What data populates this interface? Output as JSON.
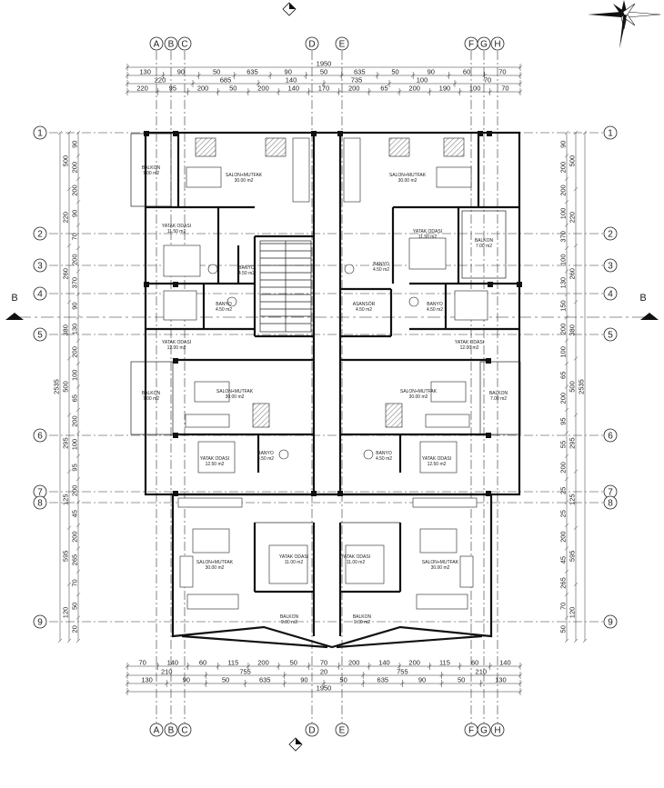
{
  "grid_columns": [
    {
      "label": "A"
    },
    {
      "label": "B"
    },
    {
      "label": "C"
    },
    {
      "label": "D"
    },
    {
      "label": "E"
    },
    {
      "label": "F"
    },
    {
      "label": "G"
    },
    {
      "label": "H"
    }
  ],
  "grid_rows": [
    {
      "label": "1"
    },
    {
      "label": "2"
    },
    {
      "label": "3"
    },
    {
      "label": "4"
    },
    {
      "label": "5"
    },
    {
      "label": "6"
    },
    {
      "label": "7"
    },
    {
      "label": "8"
    },
    {
      "label": "9"
    }
  ],
  "section_marker": "B",
  "top_dims": {
    "total": "1950",
    "row1": [
      "130",
      "90",
      "50",
      "635",
      "90",
      "50",
      "635",
      "50",
      "90",
      "60",
      "70"
    ],
    "row2": [
      "220",
      "685",
      "140",
      "735",
      "100",
      "70"
    ],
    "row3": [
      "220",
      "95",
      "200",
      "50",
      "200",
      "140",
      "170",
      "200",
      "65",
      "200",
      "190",
      "100",
      "70"
    ]
  },
  "bottom_dims": {
    "row1": [
      "70",
      "140",
      "60",
      "115",
      "200",
      "50",
      "70",
      "200",
      "140",
      "200",
      "115",
      "60",
      "140"
    ],
    "row2": [
      "210",
      "755",
      "20",
      "755",
      "210"
    ],
    "row3": [
      "130",
      "90",
      "50",
      "635",
      "90",
      "50",
      "635",
      "90",
      "50",
      "130"
    ],
    "total": "1950"
  },
  "side_dims": {
    "total": "2535",
    "left_groups": [
      "500",
      "220",
      "260",
      "380",
      "500",
      "295",
      "125",
      "595",
      "120"
    ],
    "left_fine": [
      "90",
      "200",
      "200",
      "90",
      "70",
      "200",
      "370",
      "90",
      "130",
      "200",
      "100",
      "65",
      "200",
      "100",
      "95",
      "200",
      "45",
      "200",
      "265",
      "70",
      "50",
      "20"
    ],
    "right_groups": [
      "500",
      "220",
      "260",
      "380",
      "500",
      "295",
      "125",
      "595",
      "120"
    ],
    "right_fine": [
      "90",
      "200",
      "200",
      "100",
      "370",
      "100",
      "130",
      "150",
      "200",
      "100",
      "65",
      "200",
      "95",
      "55",
      "200",
      "25",
      "25",
      "200",
      "45",
      "265",
      "70",
      "50"
    ]
  },
  "rooms": [
    {
      "id": "r1",
      "name": "SALON+MUTFAK",
      "area": "30.00 m2"
    },
    {
      "id": "r2",
      "name": "SALON+MUTFAK",
      "area": "30.00 m2"
    },
    {
      "id": "r3",
      "name": "BALKON",
      "area": "7.00 m2"
    },
    {
      "id": "r4",
      "name": "BALKON",
      "area": "7.00 m2"
    },
    {
      "id": "r5",
      "name": "YATAK ODASI",
      "area": "11.50 m2"
    },
    {
      "id": "r6",
      "name": "YATAK ODASI",
      "area": "11.50 m2"
    },
    {
      "id": "r7",
      "name": "BANYO",
      "area": "4.50 m2"
    },
    {
      "id": "r8",
      "name": "BANYO",
      "area": "4.50 m2"
    },
    {
      "id": "r9",
      "name": "BANYO",
      "area": "4.50 m2"
    },
    {
      "id": "r10",
      "name": "ASANSÖR",
      "area": "4.50 m2"
    },
    {
      "id": "r11",
      "name": "YATAK ODASI",
      "area": "12.00 m2"
    },
    {
      "id": "r12",
      "name": "YATAK ODASI",
      "area": "12.00 m2"
    },
    {
      "id": "r13",
      "name": "BALKON",
      "area": "7.00 m2"
    },
    {
      "id": "r14",
      "name": "BALKON",
      "area": "7.00 m2"
    },
    {
      "id": "r15",
      "name": "SALON+MUTFAK",
      "area": "30.00 m2"
    },
    {
      "id": "r16",
      "name": "SALON+MUTFAK",
      "area": "30.00 m2"
    },
    {
      "id": "r17",
      "name": "YATAK ODASI",
      "area": "12.50 m2"
    },
    {
      "id": "r18",
      "name": "YATAK ODASI",
      "area": "12.50 m2"
    },
    {
      "id": "r19",
      "name": "BANYO",
      "area": "4.50 m2"
    },
    {
      "id": "r20",
      "name": "BANYO",
      "area": "4.50 m2"
    },
    {
      "id": "r21",
      "name": "SALON+MUTFAK",
      "area": "30.00 m2"
    },
    {
      "id": "r22",
      "name": "SALON+MUTFAK",
      "area": "30.00 m2"
    },
    {
      "id": "r23",
      "name": "YATAK ODASI",
      "area": "11.00 m2"
    },
    {
      "id": "r24",
      "name": "YATAK ODASI",
      "area": "11.00 m2"
    },
    {
      "id": "r25",
      "name": "BALKON",
      "area": "9.00 m2"
    },
    {
      "id": "r26",
      "name": "BALKON",
      "area": "9.00 m2"
    },
    {
      "id": "r27",
      "name": "BANYO",
      "area": "4.50 m2"
    }
  ],
  "north_arrow": "compass-rose-icon"
}
